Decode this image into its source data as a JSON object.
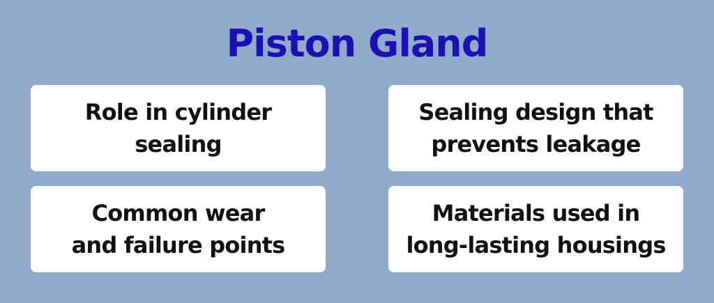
{
  "title": "Piston Gland",
  "cards": [
    {
      "text": "Role in cylinder sealing"
    },
    {
      "text": "Sealing design that\nprevents leakage"
    },
    {
      "text": "Common wear\nand failure points"
    },
    {
      "text": "Materials used in\nlong-lasting housings"
    }
  ],
  "colors": {
    "background": "#8fabcb",
    "title": "#1c10b4",
    "card": "#ffffff",
    "card_text": "#111111"
  }
}
